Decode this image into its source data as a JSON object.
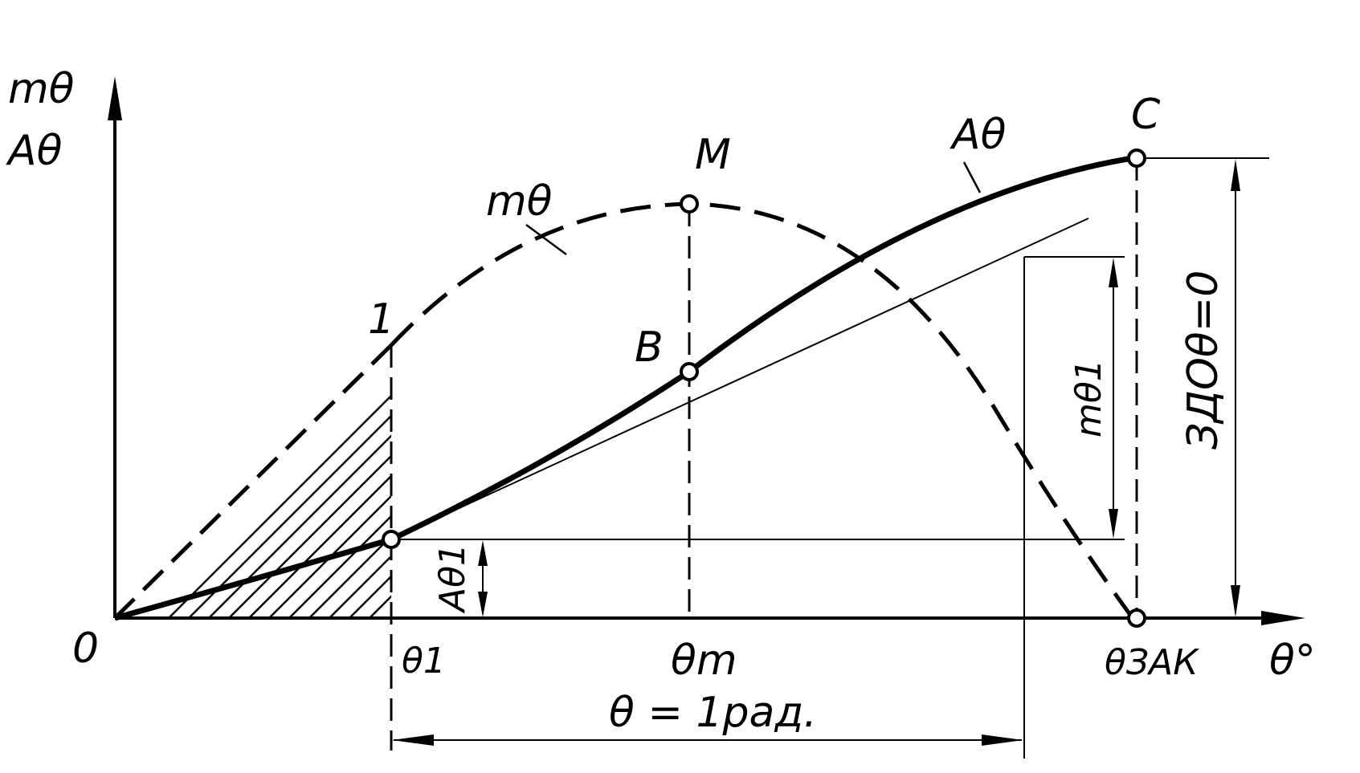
{
  "axes": {
    "y_label_line1": "mθ",
    "y_label_line2": "Aθ",
    "x_label": "θ°",
    "origin_label": "0"
  },
  "ticks": {
    "theta1": "θ1",
    "theta_m": "θm",
    "theta_zak": "θЗАК"
  },
  "points": {
    "p1": "1",
    "m": "M",
    "b": "B",
    "c": "C"
  },
  "curves": {
    "m_theta": "mθ",
    "a_theta": "Aθ"
  },
  "dimensions": {
    "a_theta1": "Aθ1",
    "m_theta1": "mθ1",
    "zdo": "ЗДОθ=0",
    "radian": "θ = 1рад."
  }
}
